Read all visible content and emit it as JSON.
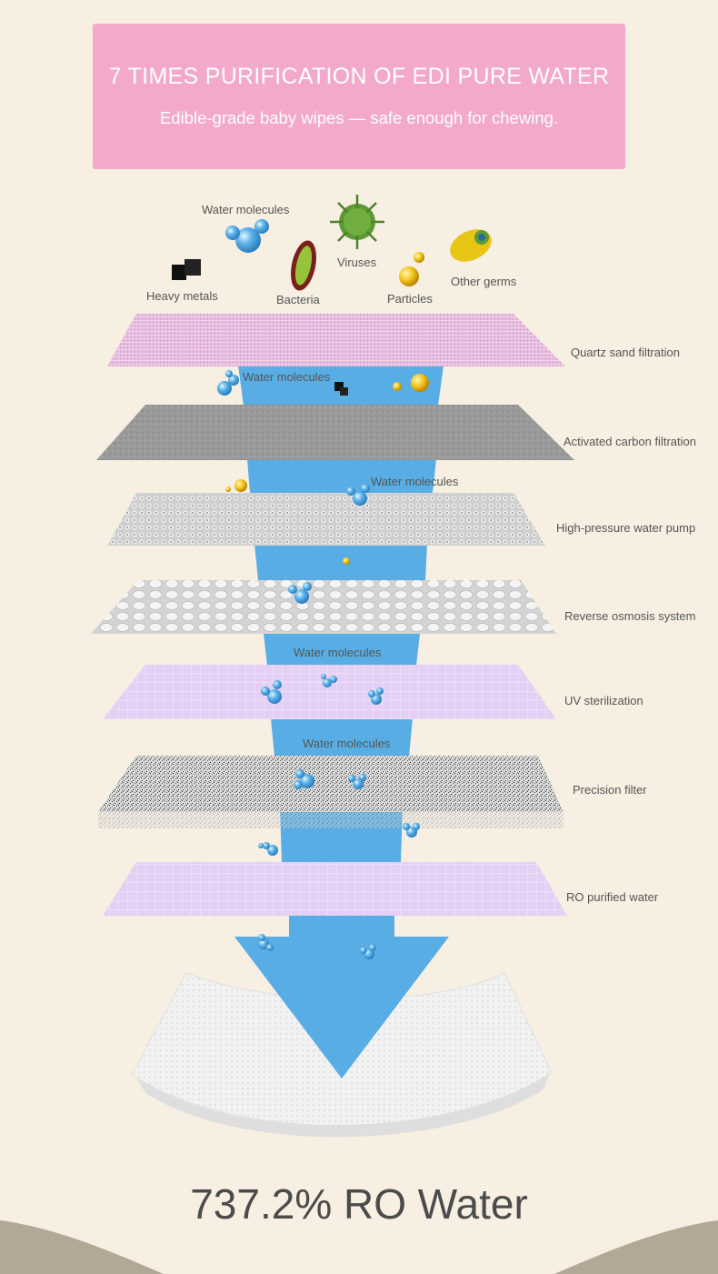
{
  "banner": {
    "title": "7 TIMES PURIFICATION OF EDI PURE WATER",
    "subtitle": "Edible-grade baby wipes — safe enough for chewing."
  },
  "contaminants": {
    "water_molecules": "Water molecules",
    "viruses": "Viruses",
    "heavy_metals": "Heavy metals",
    "bacteria": "Bacteria",
    "particles": "Particles",
    "other_germs": "Other germs"
  },
  "layers": [
    {
      "label": "Quartz sand filtration"
    },
    {
      "label": "Activated carbon filtration"
    },
    {
      "label": "High-pressure water pump"
    },
    {
      "label": "Reverse osmosis system"
    },
    {
      "label": "UV sterilization"
    },
    {
      "label": "Precision filter"
    },
    {
      "label": "RO purified water"
    }
  ],
  "flow_labels": {
    "f1": "Water molecules",
    "f2": "Water molecules",
    "f3": "Water molecules",
    "f4": "Water molecules"
  },
  "footer": {
    "text": "737.2% RO Water"
  },
  "colors": {
    "banner": "#f3a9cb",
    "background": "#f6efe2",
    "water": "#58aee4",
    "pink_layer": "#e9bfe0",
    "gray_layer": "#9c9c9c",
    "purple_layer": "#e3cdf3"
  }
}
